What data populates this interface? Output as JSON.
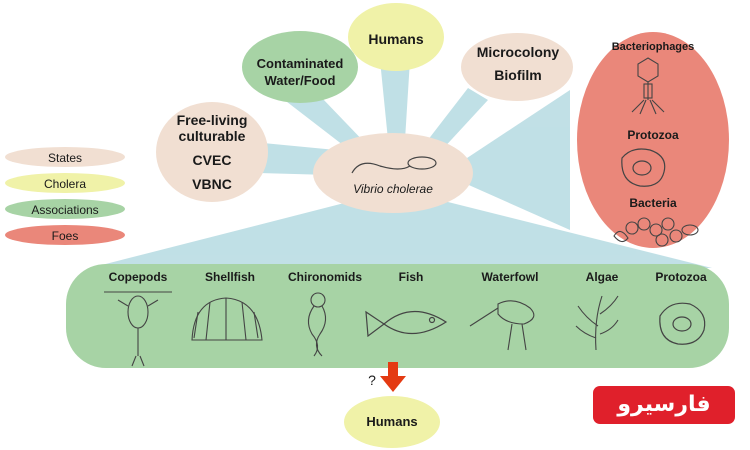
{
  "colors": {
    "states": "#f1dfd2",
    "cholera": "#f0f2a8",
    "associations": "#a7d3a5",
    "foes": "#ea877a",
    "connector": "#b6dbe2",
    "arrow": "#e43a12",
    "badge": "#e0202b"
  },
  "center": {
    "label": "Vibrio cholerae"
  },
  "nodes": {
    "states": {
      "line1": "Free-living",
      "line2": "culturable",
      "line3": "CVEC",
      "line4": "VBNC"
    },
    "contaminated": {
      "line1": "Contaminated",
      "line2": "Water/Food"
    },
    "humans_top": {
      "label": "Humans"
    },
    "microcolony": {
      "line1": "Microcolony",
      "line2": "Biofilm"
    },
    "foes": {
      "item1": "Bacteriophages",
      "item2": "Protozoa",
      "item3": "Bacteria"
    }
  },
  "legend": [
    {
      "label": "States"
    },
    {
      "label": "Cholera"
    },
    {
      "label": "Associations"
    },
    {
      "label": "Foes"
    }
  ],
  "organisms": [
    {
      "label": "Copepods",
      "icon": "copepod-icon"
    },
    {
      "label": "Shellfish",
      "icon": "shellfish-icon"
    },
    {
      "label": "Chironomids",
      "icon": "chironomid-icon"
    },
    {
      "label": "Fish",
      "icon": "fish-icon"
    },
    {
      "label": "Waterfowl",
      "icon": "waterfowl-icon"
    },
    {
      "label": "Algae",
      "icon": "algae-icon"
    },
    {
      "label": "Protozoa",
      "icon": "protozoa-icon"
    }
  ],
  "bottom": {
    "question": "?",
    "humans": "Humans"
  },
  "badge": {
    "text": "فارسیرو"
  }
}
